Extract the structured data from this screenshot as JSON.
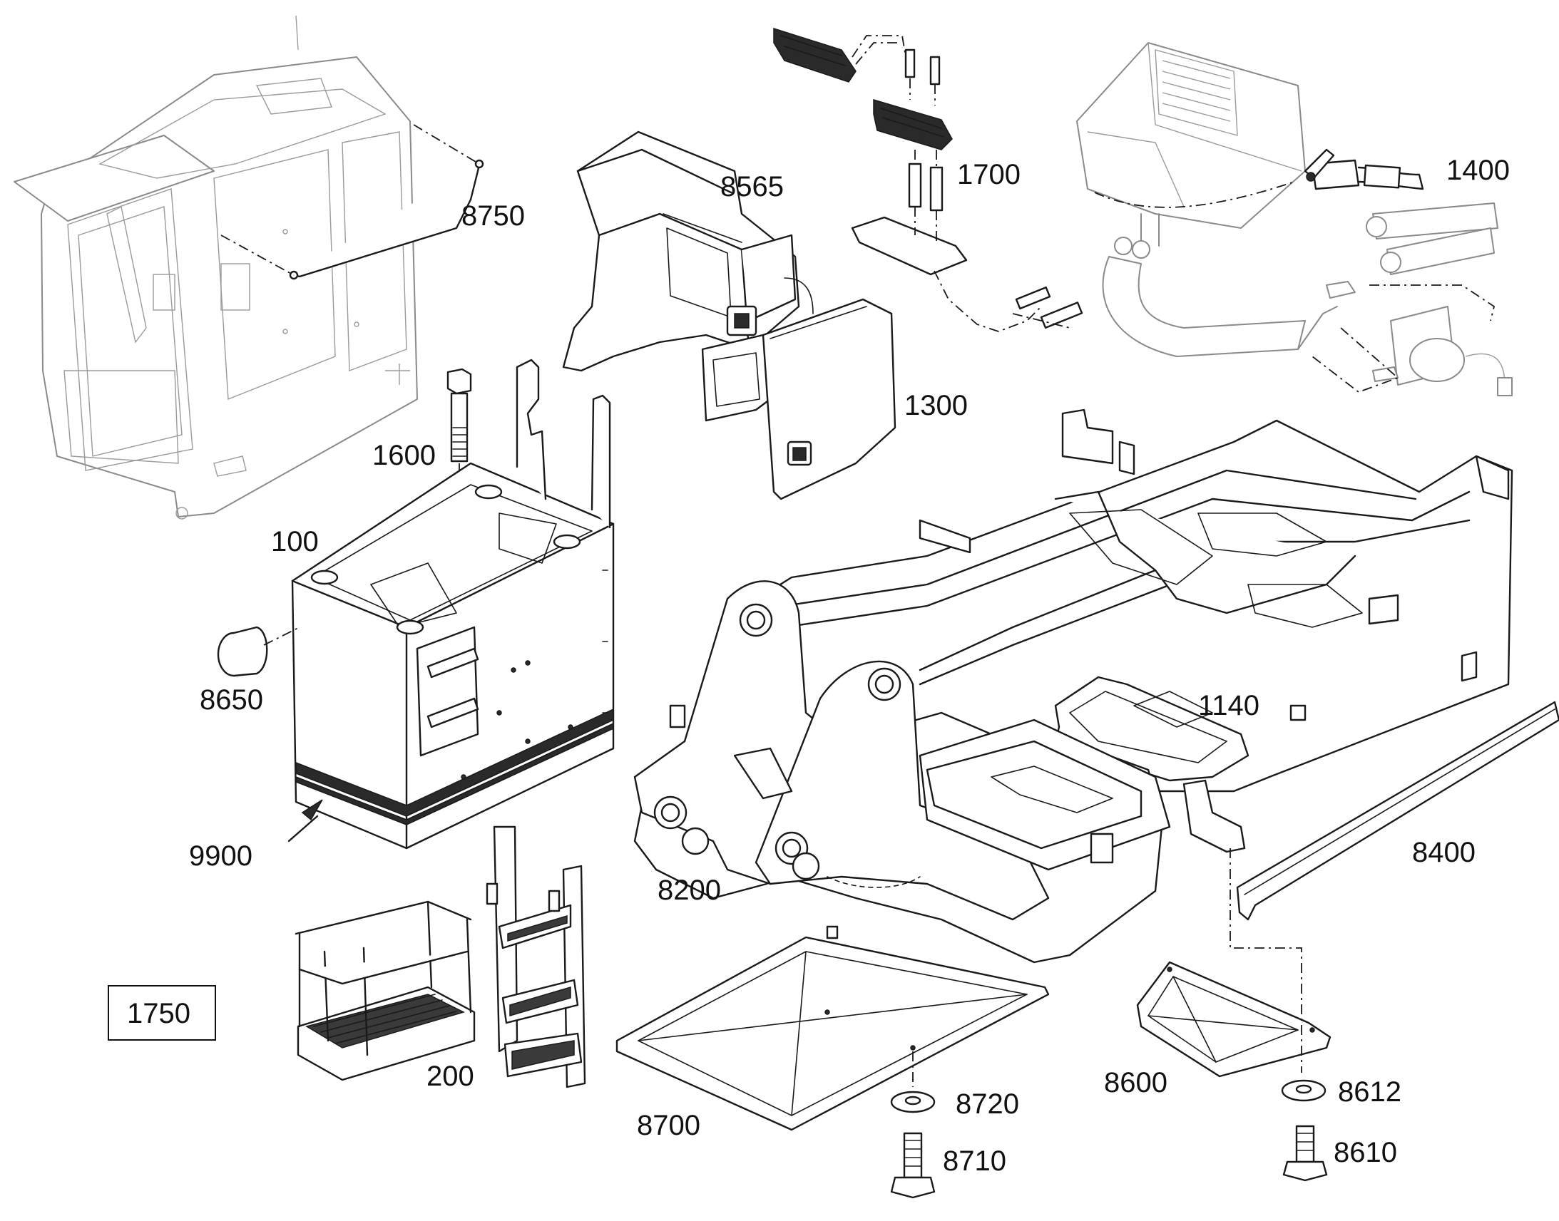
{
  "labels": {
    "p8750": "8750",
    "p8565": "8565",
    "p1700": "1700",
    "p1400": "1400",
    "p1300": "1300",
    "p1600": "1600",
    "p100": "100",
    "p8650": "8650",
    "p1140": "1140",
    "p9900": "9900",
    "p8400": "8400",
    "p8200": "8200",
    "p1750": "1750",
    "p200": "200",
    "p8600": "8600",
    "p8612": "8612",
    "p8720": "8720",
    "p8700": "8700",
    "p8610": "8610",
    "p8710": "8710"
  }
}
